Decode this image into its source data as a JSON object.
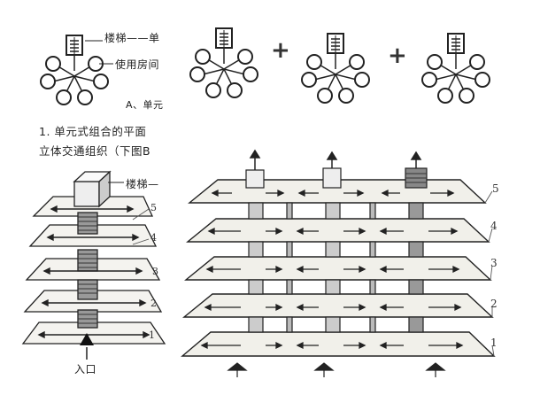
{
  "diagram": {
    "top_left": {
      "stair_label": "楼梯——单",
      "room_label": "使用房间",
      "caption": "A、单元"
    },
    "plus_signs": [
      "+",
      "+"
    ],
    "text_block": {
      "line1": "1.  单元式组合的平面",
      "line2": "立体交通组织（下图B"
    },
    "left_building": {
      "stair_label": "楼梯—",
      "entrance_label": "入口",
      "floor_numbers": [
        "5",
        "4",
        "3",
        "2",
        "1"
      ]
    },
    "right_building": {
      "floor_numbers": [
        "5",
        "4",
        "3",
        "2",
        "1"
      ]
    }
  }
}
